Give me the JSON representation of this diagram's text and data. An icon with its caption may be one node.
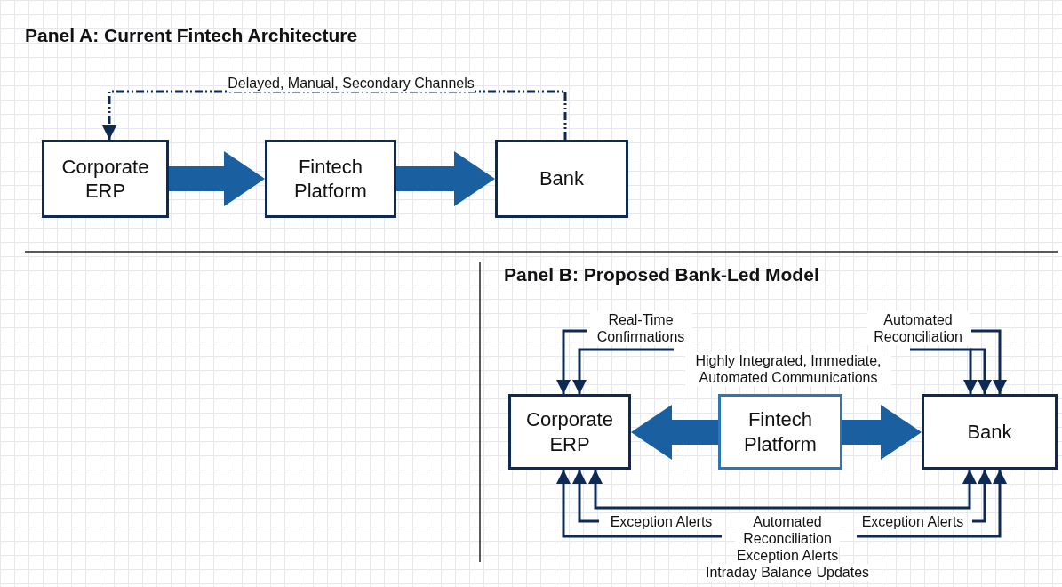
{
  "diagram": {
    "nodes": [
      {
        "text": [
          "Corporate ERP"
        ]
      },
      {
        "text": [
          "Fintech Platform"
        ]
      },
      {
        "text": [
          "Bank"
        ]
      },
      {
        "text": [
          "Corporate ERP"
        ]
      },
      {
        "text": [
          "Fintech Platform"
        ]
      },
      {
        "text": [
          "Bank"
        ]
      }
    ],
    "edges": [
      {
        "from": 0,
        "to": 1,
        "arrow": "to",
        "style": "thick",
        "color": "#1a5fa0"
      },
      {
        "from": 1,
        "to": 2,
        "arrow": "to",
        "style": "thick",
        "color": "#1a5fa0"
      },
      {
        "from": 2,
        "to": 0,
        "arrow": "to",
        "style": "dashed",
        "label": "Delayed, Manual, Secondary Channels"
      },
      {
        "from": 4,
        "to": 3,
        "arrow": "to",
        "style": "thick",
        "color": "#1a5fa0"
      },
      {
        "from": 4,
        "to": 5,
        "arrow": "to",
        "style": "thick",
        "color": "#1a5fa0"
      },
      {
        "from": null,
        "to": 3,
        "arrow": "to",
        "label": "Real-Time Confirmations"
      },
      {
        "from": null,
        "to": 3,
        "arrow": "to"
      },
      {
        "from": null,
        "to": 5,
        "arrow": "to"
      },
      {
        "from": null,
        "to": 5,
        "arrow": "to"
      },
      {
        "from": null,
        "to": 5,
        "arrow": "to",
        "label": "Automated Reconciliation"
      },
      {
        "from": null,
        "to": 3,
        "arrow": "to"
      },
      {
        "from": null,
        "to": 3,
        "arrow": "to",
        "label": "Exception Alerts"
      },
      {
        "from": 3,
        "to": 5,
        "arrow": "both"
      },
      {
        "from": null,
        "to": 5,
        "arrow": "to",
        "label": "Exception Alerts"
      },
      {
        "from": null,
        "to": 5,
        "arrow": "to"
      }
    ],
    "labels": [
      "Panel A: Current Fintech Architecture",
      "Panel B: Proposed Bank-Led Model",
      "Highly Integrated, Immediate, Automated Communications",
      "Automated Reconciliation",
      "Exception Alerts",
      "Intraday Balance Updates"
    ]
  }
}
